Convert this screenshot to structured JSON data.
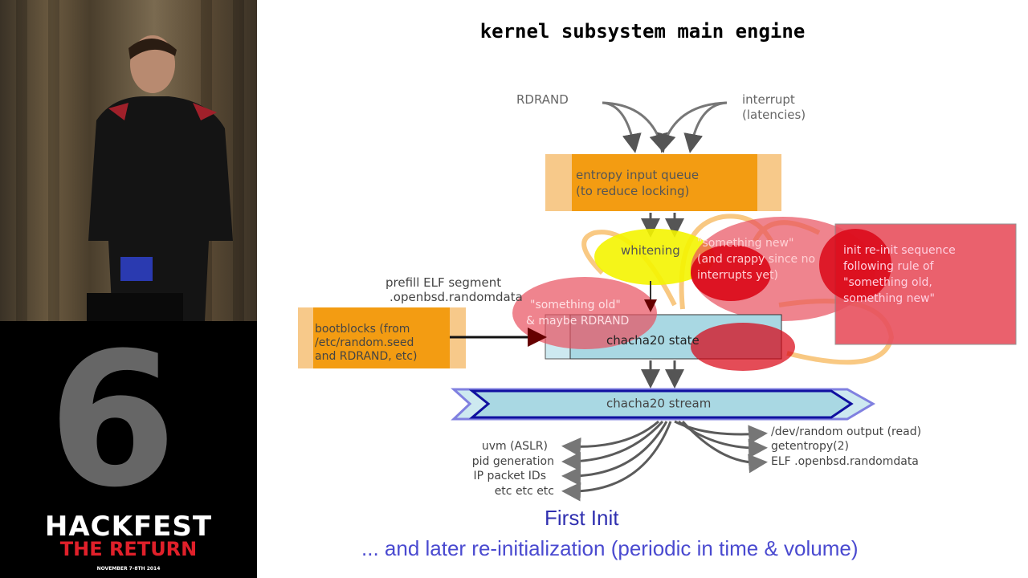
{
  "video": {
    "event_logo": {
      "line1": "HACKFEST",
      "line2": "THE RETURN",
      "dates": "NOVEMBER 7-8TH 2014",
      "numeral": "6"
    }
  },
  "slide": {
    "title": "kernel subsystem main engine",
    "sources": {
      "rdrand": "RDRAND",
      "interrupt": [
        "interrupt",
        "(latencies)"
      ]
    },
    "queue": [
      "entropy input queue",
      "(to reduce locking)"
    ],
    "whitening": "whitening",
    "something_new": [
      "\"something new\"",
      "(and crappy since no",
      "interrupts yet)"
    ],
    "reinit": [
      "init re-init sequence",
      "following rule of",
      "\"something old,",
      "something new\""
    ],
    "prefill": [
      "prefill ELF segment",
      ".openbsd.randomdata"
    ],
    "something_old": [
      "\"something old\"",
      "& maybe RDRAND"
    ],
    "bootblocks": [
      "bootblocks (from",
      "/etc/random.seed",
      "and RDRAND, etc)"
    ],
    "state": "chacha20 state",
    "stream": "chacha20 stream",
    "consumers_left": [
      "uvm (ASLR)",
      "pid generation",
      "IP packet IDs",
      "etc etc etc"
    ],
    "consumers_right": [
      "/dev/random output (read)",
      "getentropy(2)",
      "ELF .openbsd.randomdata"
    ],
    "footer": "... and later re-initialization (periodic in time & volume)",
    "footer_overlay": "First Init",
    "colors": {
      "orange": "#f39c12",
      "red": "#e8505e",
      "dark_red": "#d90010",
      "blue_box": "#a9d8e3",
      "stream_border": "#1010a0",
      "footer": "#4a4ad0"
    }
  }
}
